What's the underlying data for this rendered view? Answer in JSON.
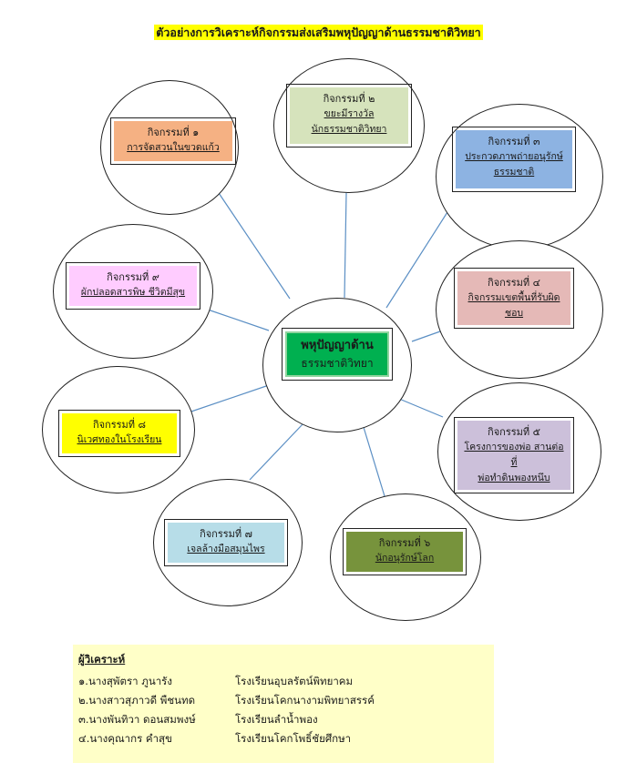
{
  "title": "ตัวอย่างการวิเคราะห์กิจกรรมส่งเสริมพหุปัญญาด้านธรรมชาติวิทยา",
  "center": {
    "line1": "พหุปัญญาด้าน",
    "line2": "ธรรมชาติวิทยา",
    "color": "#00b050"
  },
  "activities": [
    {
      "label": "กิจกรรมที่ ๑",
      "lines": [
        "การจัดสวนในขวดแก้ว"
      ],
      "color": "#f5b183"
    },
    {
      "label": "กิจกรรมที่ ๒",
      "lines": [
        "ขยะมีรางวัล",
        "นักธรรมชาติวิทยา"
      ],
      "color": "#d6e3bc"
    },
    {
      "label": "กิจกรรมที่ ๓",
      "lines": [
        "ประกวดภาพถ่ายอนุรักษ์",
        "ธรรมชาติ"
      ],
      "color": "#8db3e2"
    },
    {
      "label": "กิจกรรมที่ ๔",
      "lines": [
        "กิจกรรมเขตพื้นที่รับผิดชอบ"
      ],
      "color": "#e5b9b7"
    },
    {
      "label": "กิจกรรมที่ ๕",
      "lines": [
        "โครงการของพ่อ สานต่อที่",
        "พ่อทำดินพองหนึบ"
      ],
      "color": "#ccc0da"
    },
    {
      "label": "กิจกรรมที่ ๖",
      "lines": [
        "นักอนุรักษ์โลก"
      ],
      "color": "#77933c"
    },
    {
      "label": "กิจกรรมที่ ๗",
      "lines": [
        "เจลล้างมือสมุนไพร"
      ],
      "color": "#b7dde8"
    },
    {
      "label": "กิจกรรมที่ ๘",
      "lines": [
        "นิเวศทองในโรงเรียน"
      ],
      "color": "#ffff00"
    },
    {
      "label": "กิจกรรมที่ ๙",
      "lines": [
        "ผักปลอดสารพิษ ชีวิตมีสุข"
      ],
      "color": "#ffccff"
    }
  ],
  "analysts": {
    "heading": "ผู้วิเคราะห์",
    "people": [
      {
        "name": "๑.นางสุพัตรา ภูนารัง",
        "school": "โรงเรียนอุบลรัตน์พิทยาคม"
      },
      {
        "name": "๒.นางสาวสุภาวดี พืชนทด",
        "school": "โรงเรียนโคกนางามพิทยาสรรค์"
      },
      {
        "name": "๓.นางพันทิวา ดอนสมพงษ์",
        "school": "โรงเรียนลำน้ำพอง"
      },
      {
        "name": "๔.นางคุณากร คำสุข",
        "school": "โรงเรียนโคกโพธิ์ชัยศึกษา"
      }
    ]
  },
  "colors": {
    "connector": "#5b8fc4",
    "outline": "#222222"
  }
}
